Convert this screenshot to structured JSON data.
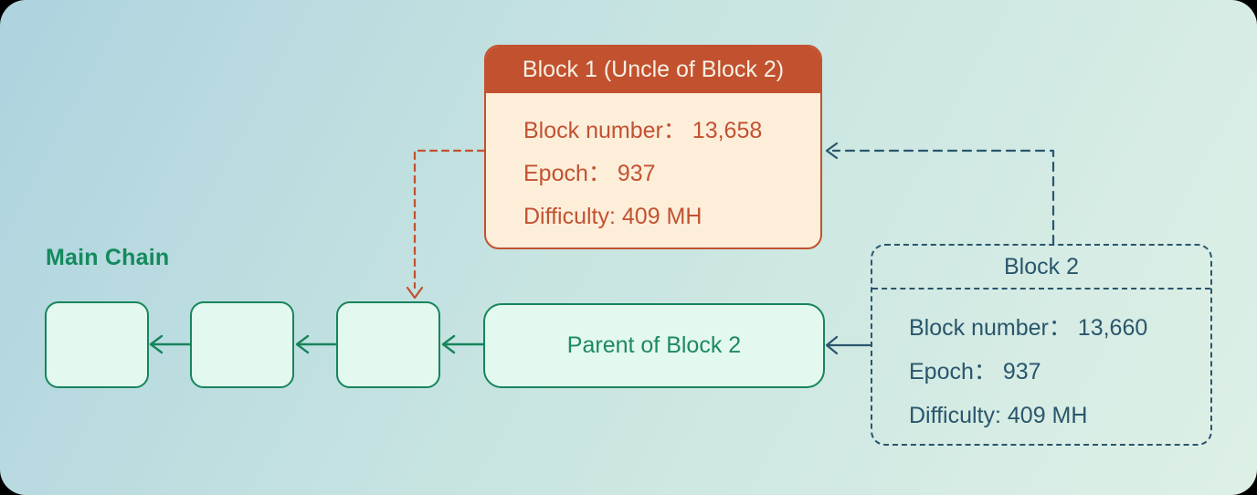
{
  "page": {
    "title": "Uncle block diagram",
    "background_gradient": [
      "#aed3df",
      "#def0e6"
    ]
  },
  "colors": {
    "chain_green": "#17855c",
    "chain_fill": "#e3f8ee",
    "green_text": "#148a5d",
    "rust": "#c2512f",
    "cream": "#fdeeda",
    "navy": "#2a566c"
  },
  "main_chain": {
    "label": "Main Chain"
  },
  "parent_block": {
    "label": "Parent of Block 2"
  },
  "block1": {
    "title": "Block 1 (Uncle of Block 2)",
    "lines": [
      "Block number： 13,658",
      "Epoch： 937",
      "Difficulty: 409 MH"
    ]
  },
  "block2": {
    "title": "Block 2",
    "lines": [
      "Block number： 13,660",
      "Epoch： 937",
      "Difficulty: 409 MH"
    ]
  }
}
